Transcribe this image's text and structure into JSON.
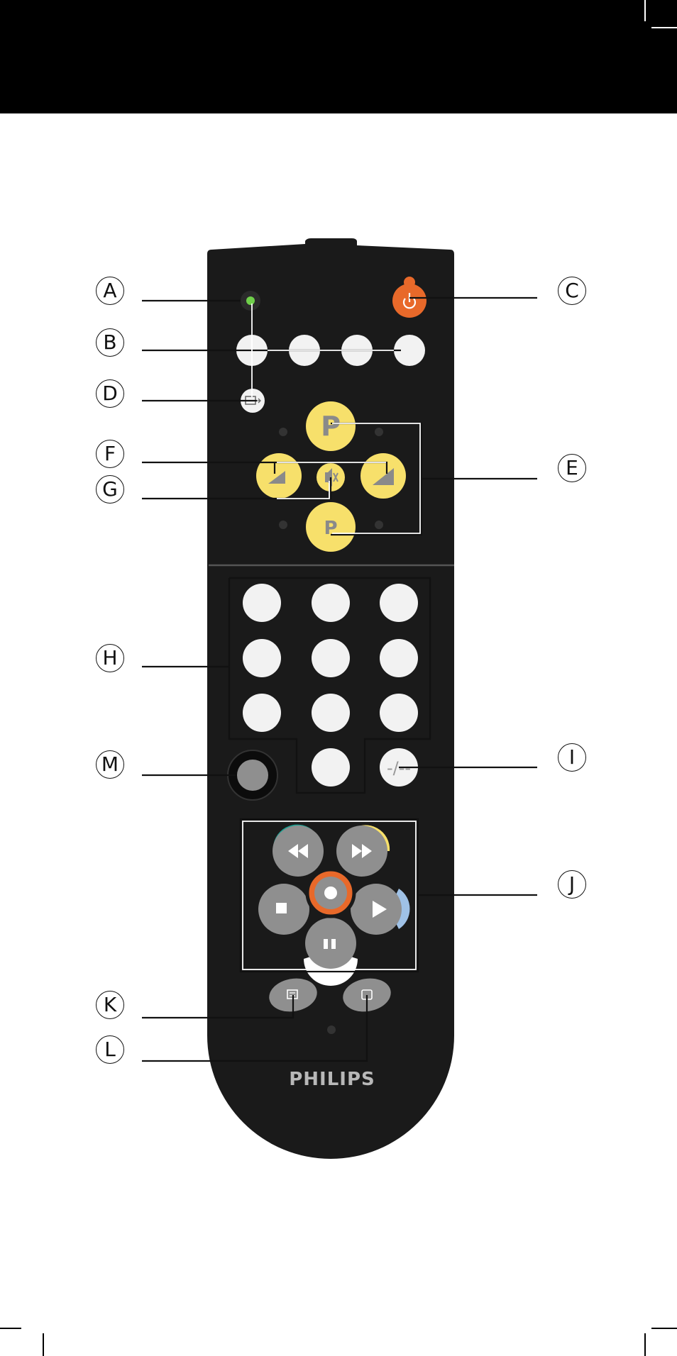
{
  "labels": [
    "A",
    "B",
    "C",
    "D",
    "E",
    "F",
    "G",
    "H",
    "I",
    "J",
    "K",
    "L",
    "M"
  ],
  "remote": {
    "brand": "PHILIPS",
    "program_button_text": "P",
    "number_entry_text": "-/--"
  },
  "colors": {
    "body": "#1a1a1a",
    "yellow": "#f7e06b",
    "power": "#e8692a",
    "led": "#6fcf4a",
    "key": "#f2f2f2",
    "grey": "#8f8f8f",
    "teal": "#1aa293",
    "blue": "#9fc1e6"
  }
}
